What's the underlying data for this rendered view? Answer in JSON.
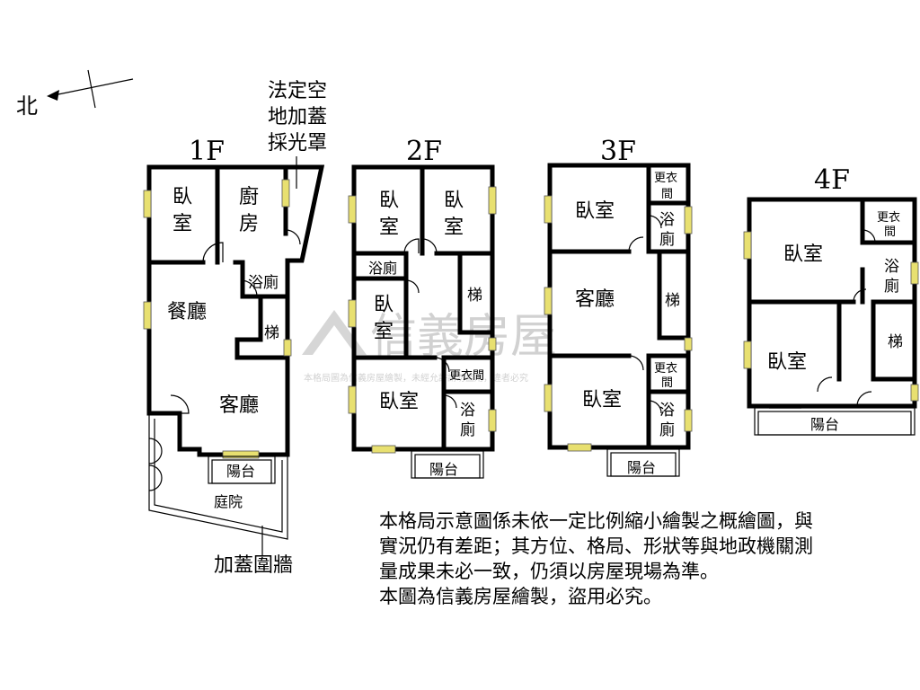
{
  "compass": {
    "north": "北"
  },
  "legal_note": [
    "法定空",
    "地加蓋",
    "採光罩"
  ],
  "floors": {
    "f1": {
      "title": "1F",
      "rooms": {
        "bedroom": [
          "臥",
          "室"
        ],
        "kitchen": [
          "廚",
          "房"
        ],
        "bath": "浴廁",
        "dining": "餐廳",
        "stairs": "梯",
        "living": "客廳",
        "balcony": "陽台",
        "yard": "庭院"
      },
      "fence": "加蓋圍牆"
    },
    "f2": {
      "title": "2F",
      "rooms": {
        "bedroom_a": [
          "臥",
          "室"
        ],
        "bedroom_b": [
          "臥",
          "室"
        ],
        "bath_top": "浴廁",
        "bedroom_c": [
          "臥",
          "室"
        ],
        "stairs": "梯",
        "closet": "更衣間",
        "bedroom_d": "臥室",
        "bath_bottom": [
          "浴",
          "廁"
        ],
        "balcony": "陽台"
      }
    },
    "f3": {
      "title": "3F",
      "rooms": {
        "bedroom_top": "臥室",
        "closet_top": [
          "更衣",
          "間"
        ],
        "bath_top": [
          "浴",
          "廁"
        ],
        "living": "客廳",
        "stairs": "梯",
        "closet_bottom": [
          "更衣",
          "間"
        ],
        "bedroom_bottom": "臥室",
        "bath_bottom": [
          "浴",
          "廁"
        ],
        "balcony": "陽台"
      }
    },
    "f4": {
      "title": "4F",
      "rooms": {
        "bedroom_top": "臥室",
        "closet": [
          "更衣",
          "間"
        ],
        "bath": [
          "浴",
          "廁"
        ],
        "bedroom_bottom": "臥室",
        "stairs": "梯",
        "balcony": "陽台"
      }
    }
  },
  "watermark": {
    "brand": "信義房屋",
    "notice": "本格局圖為信義房屋繪製，未經允許請勿盜用，違者必究"
  },
  "disclaimer": "本格局示意圖係未依一定比例縮小繪製之概繪圖，與\n實況仍有差距；其方位、格局、形狀等與地政機關測\n量成果未必一致，仍須以房屋現場為準。\n本圖為信義房屋繪製，盜用必究。",
  "colors": {
    "wall": "#000000",
    "window": "#e8e070",
    "watermark": "#c9c9c9"
  }
}
